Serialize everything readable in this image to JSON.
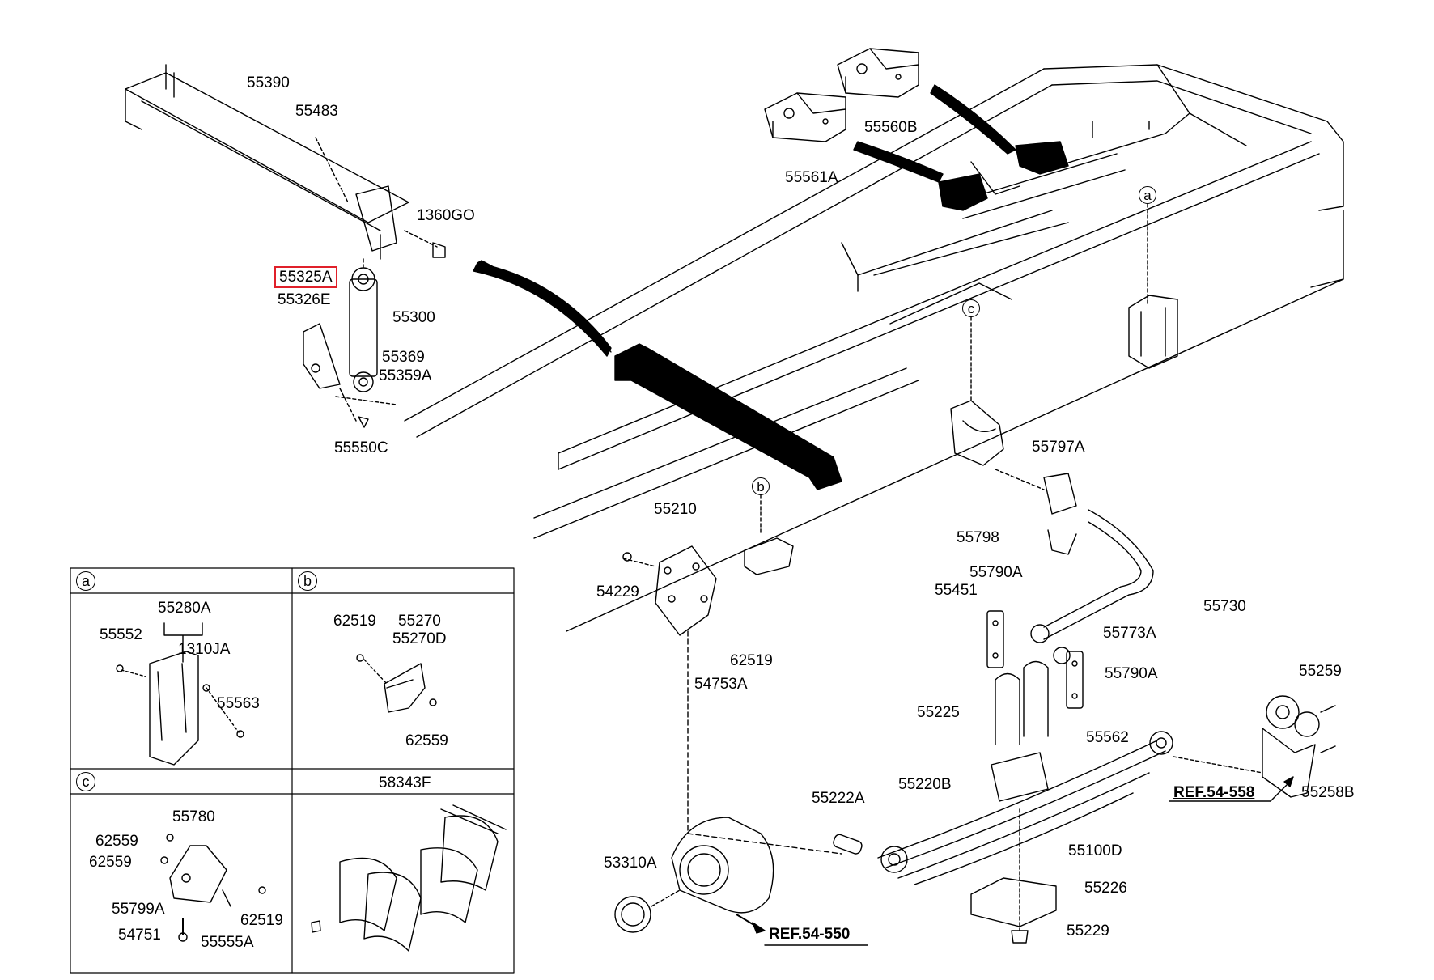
{
  "labels": {
    "p55390": "55390",
    "p55483": "55483",
    "p1360GO": "1360GO",
    "p55325A": "55325A",
    "p55326E": "55326E",
    "p55300": "55300",
    "p55369": "55369",
    "p55359A": "55359A",
    "p55550C": "55550C",
    "p55560B": "55560B",
    "p55561A": "55561A",
    "p55797A": "55797A",
    "p55210": "55210",
    "p55798": "55798",
    "p54229": "54229",
    "p55790A_1": "55790A",
    "p55451": "55451",
    "p55730": "55730",
    "p55773A": "55773A",
    "p62519_main": "62519",
    "p54753A": "54753A",
    "p55790A_2": "55790A",
    "p55259": "55259",
    "p55225": "55225",
    "p55562": "55562",
    "p55220B": "55220B",
    "p55222A": "55222A",
    "p55258B": "55258B",
    "p55100D": "55100D",
    "p53310A": "53310A",
    "p55226": "55226",
    "p55229": "55229",
    "ref1": "REF.54-558",
    "ref2": "REF.54-550"
  },
  "callouts": {
    "a": "a",
    "b": "b",
    "c": "c"
  },
  "panels": {
    "a": {
      "letter": "a",
      "labels": {
        "p55280A": "55280A",
        "p55552": "55552",
        "p1310JA": "1310JA",
        "p55563": "55563"
      }
    },
    "b": {
      "letter": "b",
      "labels": {
        "p62519": "62519",
        "p55270": "55270",
        "p55270D": "55270D",
        "p62559": "62559"
      }
    },
    "c": {
      "letter": "c",
      "labels": {
        "p55780": "55780",
        "p62559_1": "62559",
        "p62559_2": "62559",
        "p55799A": "55799A",
        "p62519": "62519",
        "p54751": "54751",
        "p55555A": "55555A"
      }
    },
    "d": {
      "title": "58343F"
    }
  },
  "highlight_color": "#e0202a"
}
